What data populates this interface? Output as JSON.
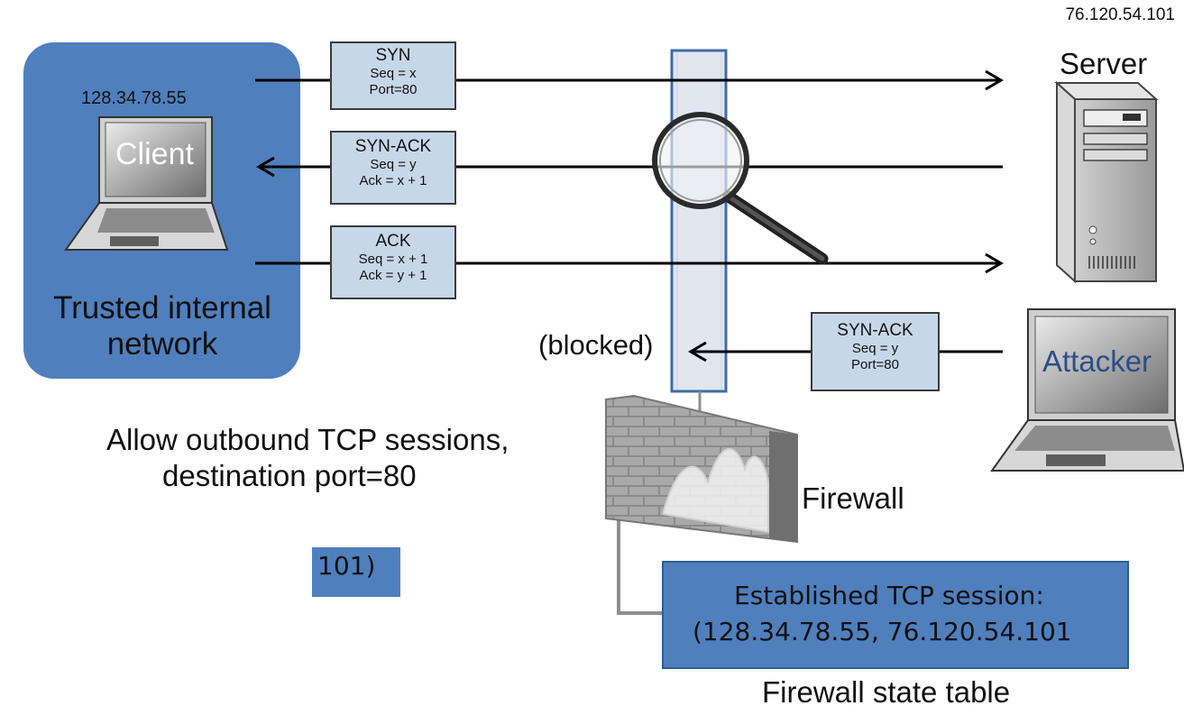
{
  "top_ip": "76.120.54.101",
  "server": {
    "label": "Server"
  },
  "client": {
    "ip": "128.34.78.55",
    "label": "Client"
  },
  "network": {
    "label_line1": "Trusted internal",
    "label_line2": "network"
  },
  "messages": [
    {
      "title": "SYN",
      "line2": "Seq = x",
      "line3": "Port=80"
    },
    {
      "title": "SYN-ACK",
      "line2": "Seq = y",
      "line3": "Ack = x + 1"
    },
    {
      "title": "ACK",
      "line2": "Seq = x + 1",
      "line3": "Ack = y + 1"
    },
    {
      "title": "SYN-ACK",
      "line2": "Seq = y",
      "line3": "Port=80"
    }
  ],
  "blocked_label": "(blocked)",
  "attacker": {
    "label": "Attacker"
  },
  "rule": {
    "line1": "Allow outbound TCP sessions,",
    "line2": "destination port=80"
  },
  "firewall": {
    "label": "Firewall"
  },
  "state_table": {
    "line1": "Established TCP session:",
    "line2": "(128.34.78.55, 76.120.54.101",
    "caption": "Firewall state table"
  },
  "fragment": {
    "text": "101)"
  }
}
